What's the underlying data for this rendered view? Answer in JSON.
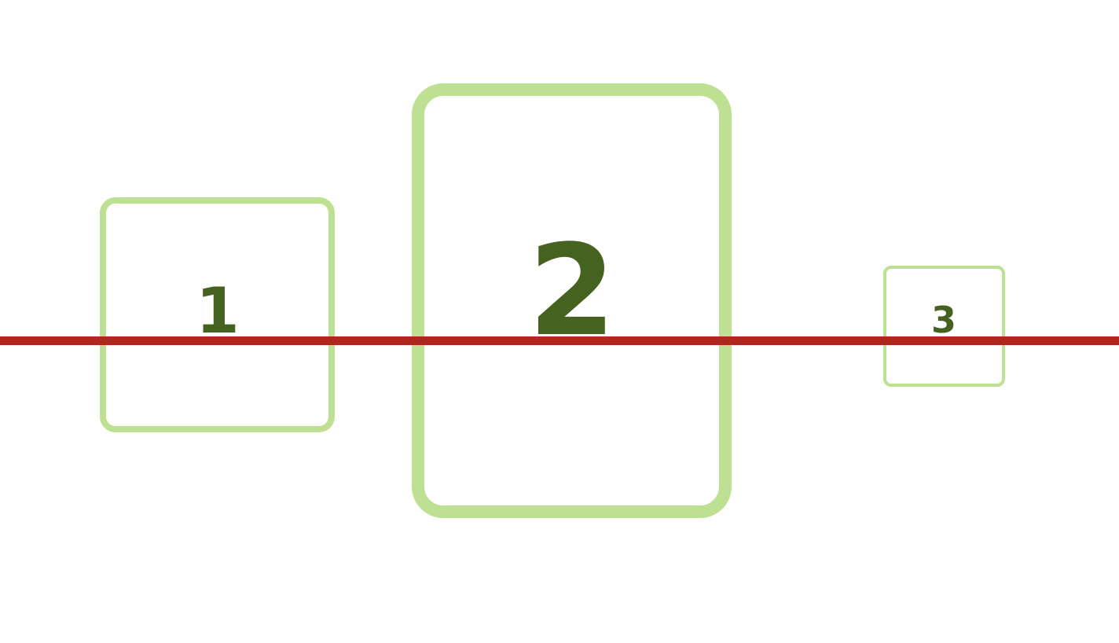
{
  "colors": {
    "box_border": "#bde093",
    "number_text": "#466221",
    "baseline": "#b0271f",
    "background": "#ffffff"
  },
  "boxes": [
    {
      "label": "1"
    },
    {
      "label": "2"
    },
    {
      "label": "3"
    }
  ]
}
